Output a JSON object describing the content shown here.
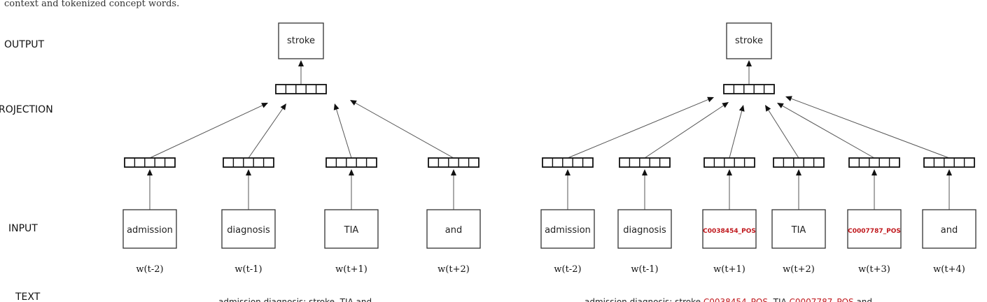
{
  "caption": "context and tokenized concept words.",
  "row_labels": {
    "output": "OUTPUT",
    "projection": "ROJECTION",
    "input": "INPUT",
    "text": "TEXT"
  },
  "colors": {
    "concept_token": "#c0181d",
    "stroke": "#333333",
    "background": "#ffffff"
  },
  "left_model": {
    "output": "stroke",
    "inputs": [
      "admission",
      "diagnosis",
      "TIA",
      "and"
    ],
    "concept_flags": [
      false,
      false,
      false,
      false
    ],
    "positions": [
      "w(t-2)",
      "w(t-1)",
      "w(t+1)",
      "w(t+2)"
    ],
    "sentence": [
      {
        "text": "admission diagnosis: stroke, TIA and",
        "concept": false
      }
    ]
  },
  "right_model": {
    "output": "stroke",
    "inputs": [
      "admission",
      "diagnosis",
      "C0038454_POS",
      "TIA",
      "C0007787_POS",
      "and"
    ],
    "concept_flags": [
      false,
      false,
      true,
      false,
      true,
      false
    ],
    "positions": [
      "w(t-2)",
      "w(t-1)",
      "w(t+1)",
      "w(t+2)",
      "w(t+3)",
      "w(t+4)"
    ],
    "sentence": [
      {
        "text": "admission diagnosis: stroke ",
        "concept": false
      },
      {
        "text": "C0038454_POS",
        "concept": true
      },
      {
        "text": ", TIA ",
        "concept": false
      },
      {
        "text": "C0007787_POS",
        "concept": true
      },
      {
        "text": " and",
        "concept": false
      }
    ]
  }
}
